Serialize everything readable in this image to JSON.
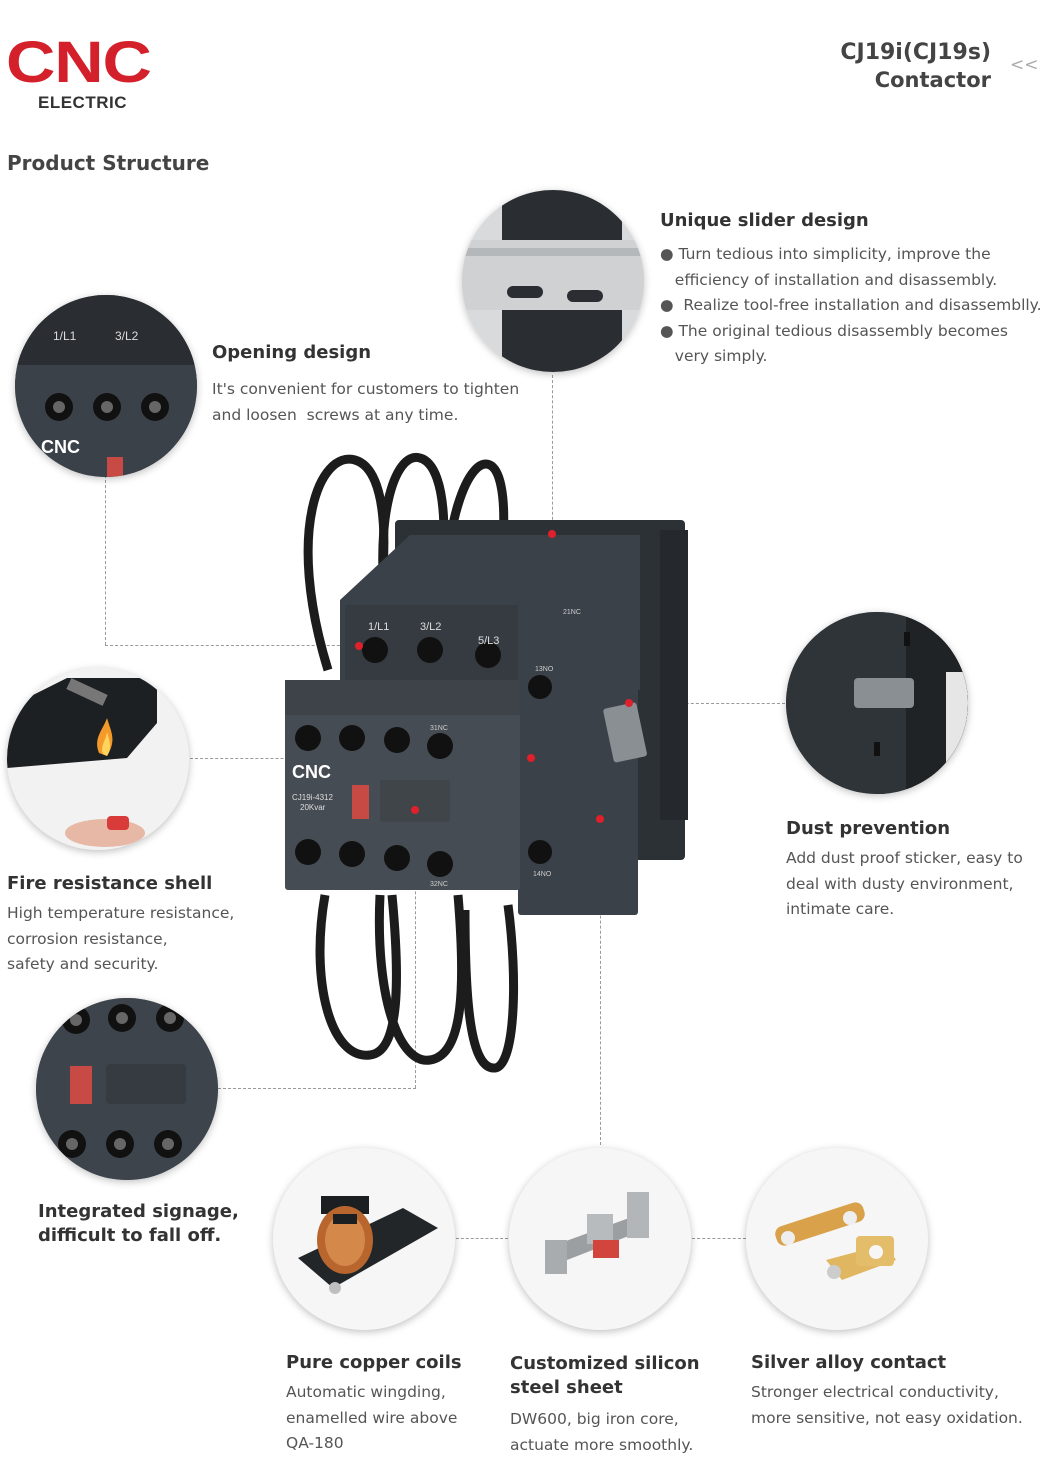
{
  "brand": {
    "logo_text": "CNC",
    "logo_sub": "ELECTRIC"
  },
  "header": {
    "model": "CJ19i(CJ19s)",
    "type": "Contactor",
    "back_icon": "<<"
  },
  "section_title": "Product Structure",
  "colors": {
    "brand_red": "#d4202a",
    "device_body": "#3b4148",
    "marker": "#e0202a"
  },
  "features": {
    "slider": {
      "title": "Unique slider design",
      "bullets": [
        "● Turn tedious into simplicity, improve the",
        "   efficiency of installation and disassembly.",
        "●  Realize tool-free installation and disassemblly.",
        "● The original tedious disassembly becomes",
        "   very simply."
      ]
    },
    "opening": {
      "title": "Opening design",
      "lines": [
        "It's convenient for customers to tighten",
        "and loosen  screws at any time."
      ]
    },
    "dust": {
      "title": "Dust prevention",
      "lines": [
        "Add dust proof sticker, easy to",
        "deal with dusty environment,",
        "intimate care."
      ]
    },
    "fire": {
      "title": "Fire resistance shell",
      "lines": [
        "High temperature resistance,",
        "corrosion resistance,",
        "safety and security."
      ]
    },
    "signage": {
      "lines": [
        "Integrated signage,",
        "difficult to fall off."
      ]
    },
    "coils": {
      "title": "Pure copper coils",
      "lines": [
        "Automatic wingding,",
        "enamelled wire above",
        "QA-180"
      ]
    },
    "steel": {
      "title_lines": [
        "Customized silicon",
        "steel sheet"
      ],
      "lines": [
        "DW600, big iron core,",
        "actuate more smoothly."
      ]
    },
    "silver": {
      "title": "Silver alloy contact",
      "lines": [
        "Stronger electrical conductivity,",
        "more sensitive, not easy oxidation."
      ]
    }
  },
  "device": {
    "brand": "CNC",
    "model_label": "CJ19i-4312",
    "rating_label": "20Kvar",
    "terminal_labels": [
      "1/L1",
      "3/L2",
      "5/L3"
    ],
    "aux_labels": [
      "31NC",
      "32NC",
      "13NO",
      "14NO",
      "21NC"
    ]
  }
}
